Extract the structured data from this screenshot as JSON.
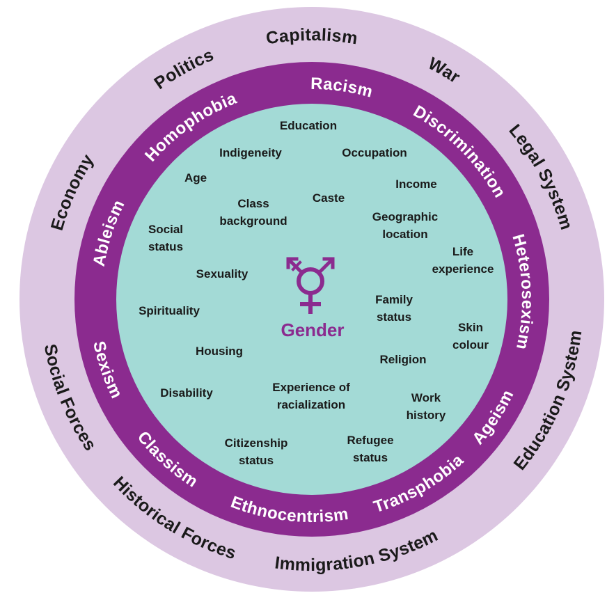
{
  "colors": {
    "outer_ring": "#dcc7e2",
    "middle_ring": "#8b2b8f",
    "inner_circle": "#a3dad6",
    "dark_text": "#1a1a1a",
    "ring_text": "#ffffff",
    "gender_accent": "#8b2b8f"
  },
  "outer_forces": [
    {
      "label": "Capitalism",
      "angle": 0
    },
    {
      "label": "War",
      "angle": 30
    },
    {
      "label": "Legal System",
      "angle": 62
    },
    {
      "label": "Education System",
      "angle": 113
    },
    {
      "label": "Immigration System",
      "angle": 170
    },
    {
      "label": "Historical Forces",
      "angle": 212
    },
    {
      "label": "Social Forces",
      "angle": 248
    },
    {
      "label": "Economy",
      "angle": 294
    },
    {
      "label": "Politics",
      "angle": 331
    }
  ],
  "oppressions": [
    {
      "label": "Racism",
      "angle": 8
    },
    {
      "label": "Discrimination",
      "angle": 45
    },
    {
      "label": "Heterosexism",
      "angle": 88
    },
    {
      "label": "Ageism",
      "angle": 123
    },
    {
      "label": "Transphobia",
      "angle": 150
    },
    {
      "label": "Ethnocentrism",
      "angle": 186
    },
    {
      "label": "Classism",
      "angle": 222
    },
    {
      "label": "Sexism",
      "angle": 251
    },
    {
      "label": "Ableism",
      "angle": 288
    },
    {
      "label": "Homophobia",
      "angle": 325
    }
  ],
  "factors": [
    {
      "lines": [
        "Education"
      ]
    },
    {
      "lines": [
        "Indigeneity"
      ]
    },
    {
      "lines": [
        "Occupation"
      ]
    },
    {
      "lines": [
        "Age"
      ]
    },
    {
      "lines": [
        "Income"
      ]
    },
    {
      "lines": [
        "Caste"
      ]
    },
    {
      "lines": [
        "Class",
        "background"
      ]
    },
    {
      "lines": [
        "Geographic",
        "location"
      ]
    },
    {
      "lines": [
        "Social",
        "status"
      ]
    },
    {
      "lines": [
        "Life",
        "experience"
      ]
    },
    {
      "lines": [
        "Sexuality"
      ]
    },
    {
      "lines": [
        "Spirituality"
      ]
    },
    {
      "lines": [
        "Family",
        "status"
      ]
    },
    {
      "lines": [
        "Skin",
        "colour"
      ]
    },
    {
      "lines": [
        "Housing"
      ]
    },
    {
      "lines": [
        "Religion"
      ]
    },
    {
      "lines": [
        "Disability"
      ]
    },
    {
      "lines": [
        "Experience of",
        "racialization"
      ]
    },
    {
      "lines": [
        "Work",
        "history"
      ]
    },
    {
      "lines": [
        "Citizenship",
        "status"
      ]
    },
    {
      "lines": [
        "Refugee",
        "status"
      ]
    }
  ],
  "center": {
    "label": "Gender",
    "icon": "transgender-symbol-icon"
  }
}
